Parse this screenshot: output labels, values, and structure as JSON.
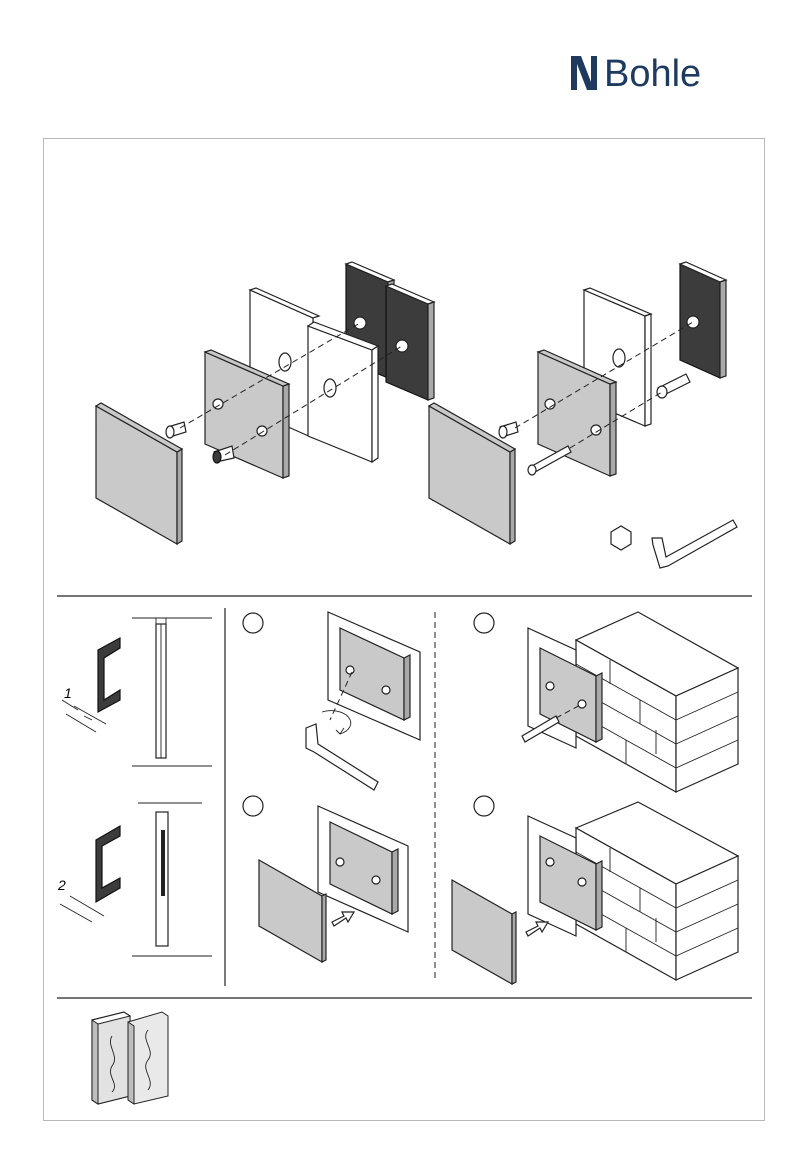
{
  "brand": {
    "name": "Bohle"
  },
  "colors": {
    "brand": "#1f3a5f",
    "line": "#222222",
    "plate": "#c9c9c9",
    "dark": "#3a3a3a",
    "frame": "#b8b8b8"
  },
  "icons": [
    "brand-logo",
    "hex-icon",
    "allen-key-icon",
    "rotate-arrow-icon",
    "push-arrow-icon",
    "glass-material-icon"
  ],
  "dimensions": {
    "gap_small": "1",
    "gap_large": "2"
  }
}
